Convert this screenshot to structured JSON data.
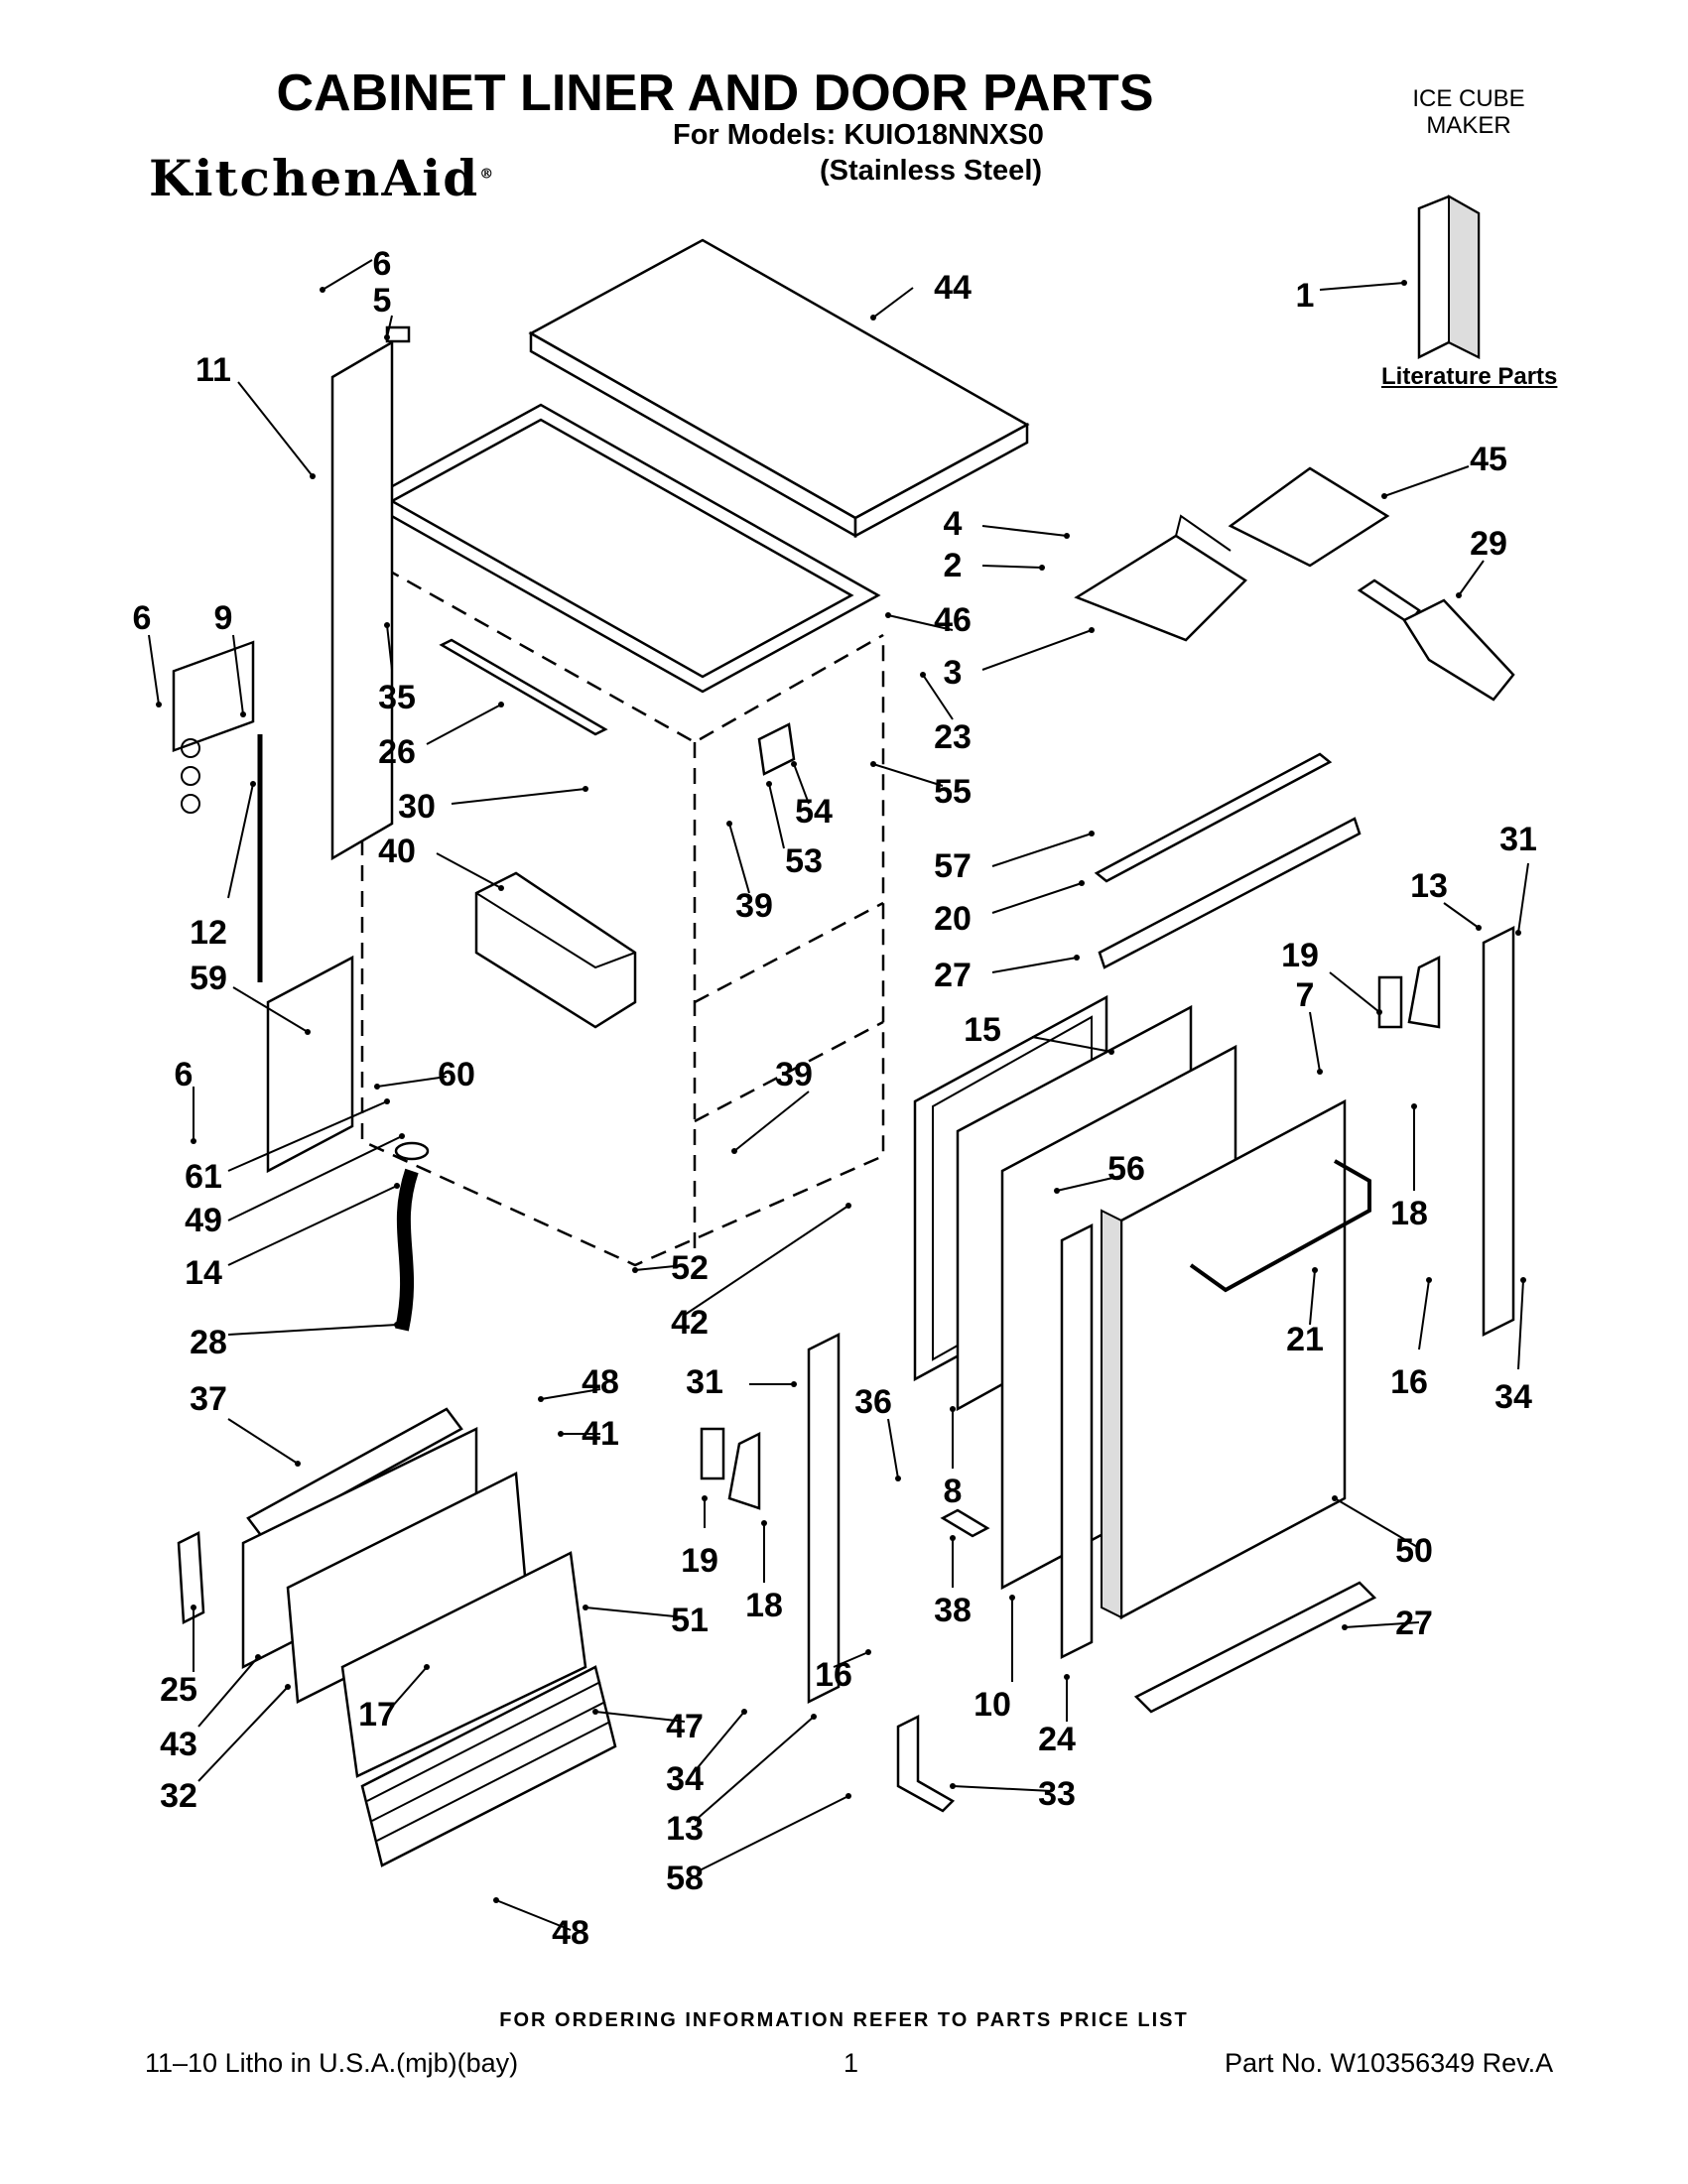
{
  "header": {
    "title": "CABINET LINER AND DOOR PARTS",
    "models": "For Models: KUIO18NNXS0",
    "variant": "(Stainless Steel)",
    "brand": "KitchenAid",
    "brand_mark": "®",
    "product_type": [
      "ICE CUBE",
      "MAKER"
    ]
  },
  "literature_label": "Literature Parts",
  "footer": {
    "ordering_info": "FOR ORDERING INFORMATION REFER TO PARTS PRICE LIST",
    "litho": "11–10 Litho in U.S.A.(mjb)(bay)",
    "page": "1",
    "part_no": "Part No. W10356349 Rev.A"
  },
  "callouts": [
    "6",
    "5",
    "11",
    "44",
    "1",
    "45",
    "4",
    "2",
    "29",
    "6",
    "9",
    "35",
    "46",
    "3",
    "23",
    "26",
    "55",
    "54",
    "30",
    "53",
    "57",
    "39",
    "40",
    "31",
    "13",
    "20",
    "12",
    "59",
    "27",
    "19",
    "7",
    "15",
    "6",
    "60",
    "39",
    "56",
    "61",
    "18",
    "49",
    "14",
    "52",
    "21",
    "16",
    "34",
    "42",
    "28",
    "37",
    "48",
    "31",
    "36",
    "41",
    "8",
    "19",
    "18",
    "38",
    "10",
    "50",
    "27",
    "25",
    "51",
    "16",
    "17",
    "43",
    "47",
    "24",
    "34",
    "32",
    "13",
    "33",
    "58",
    "48"
  ]
}
